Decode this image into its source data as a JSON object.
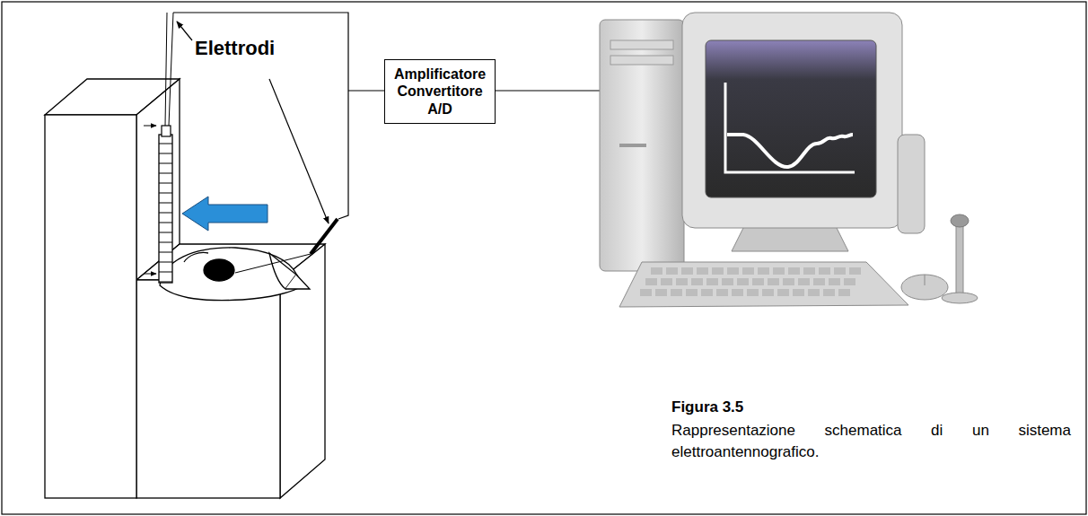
{
  "diagram": {
    "caption": "Rappresentazione schematica di un sistema elettroantennografico.",
    "nodes": [
      {
        "text": [
          "Amplificatore Convertitore A/D"
        ]
      }
    ],
    "labels": [
      "Elettrodi",
      "Figura 3.5"
    ]
  }
}
